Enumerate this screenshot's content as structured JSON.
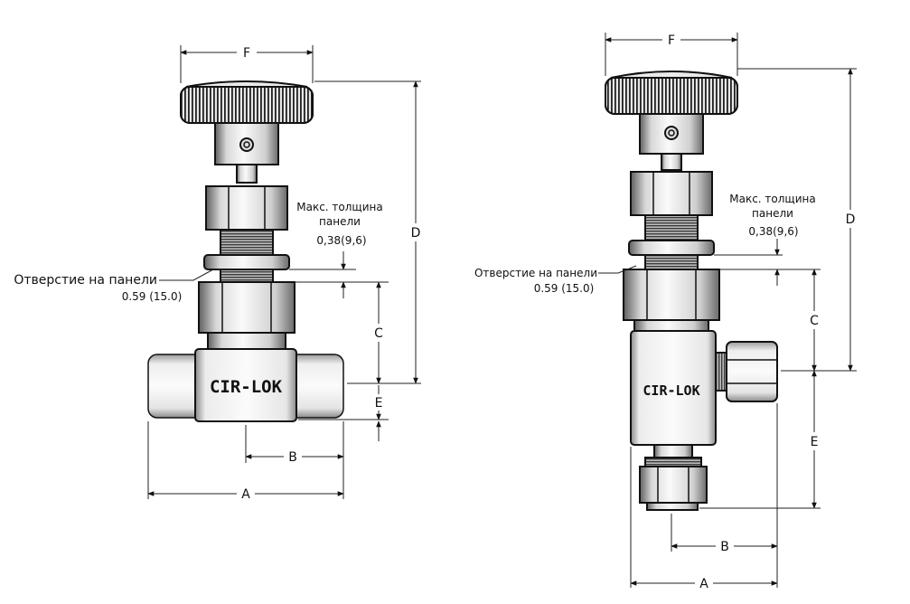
{
  "brand": "CIR-LOK",
  "dimensions": {
    "A": "A",
    "B": "B",
    "C": "C",
    "D": "D",
    "E": "E",
    "F": "F"
  },
  "left_view": {
    "panel_thickness_label": [
      "Макс. толщина",
      "панели"
    ],
    "panel_thickness_value": "0,38(9,6)",
    "panel_hole_label": "Отверстие на панели",
    "panel_hole_value": "0.59 (15.0)"
  },
  "right_view": {
    "panel_thickness_label": [
      "Макс. толщина",
      "панели"
    ],
    "panel_thickness_value": "0,38(9,6)",
    "panel_hole_label": "Отверстие на панели",
    "panel_hole_value": "0.59 (15.0)"
  },
  "colors": {
    "metal_light": "#f4f4f4",
    "metal_mid": "#c9c9c9",
    "metal_dark": "#6a6a6a",
    "thread": "#555555",
    "line": "#222222"
  }
}
